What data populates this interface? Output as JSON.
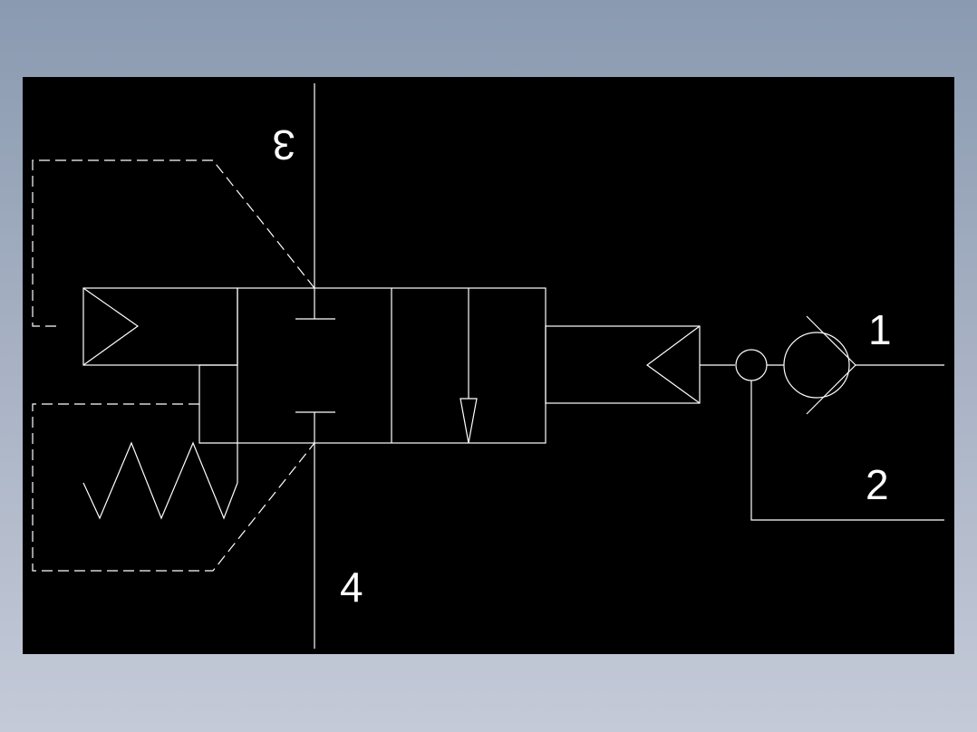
{
  "diagram": {
    "background_color": "#000000",
    "line_color": "#ffffff",
    "port_labels": {
      "port_1": "1",
      "port_2": "2",
      "port_3": "3",
      "port_4": "4"
    }
  }
}
